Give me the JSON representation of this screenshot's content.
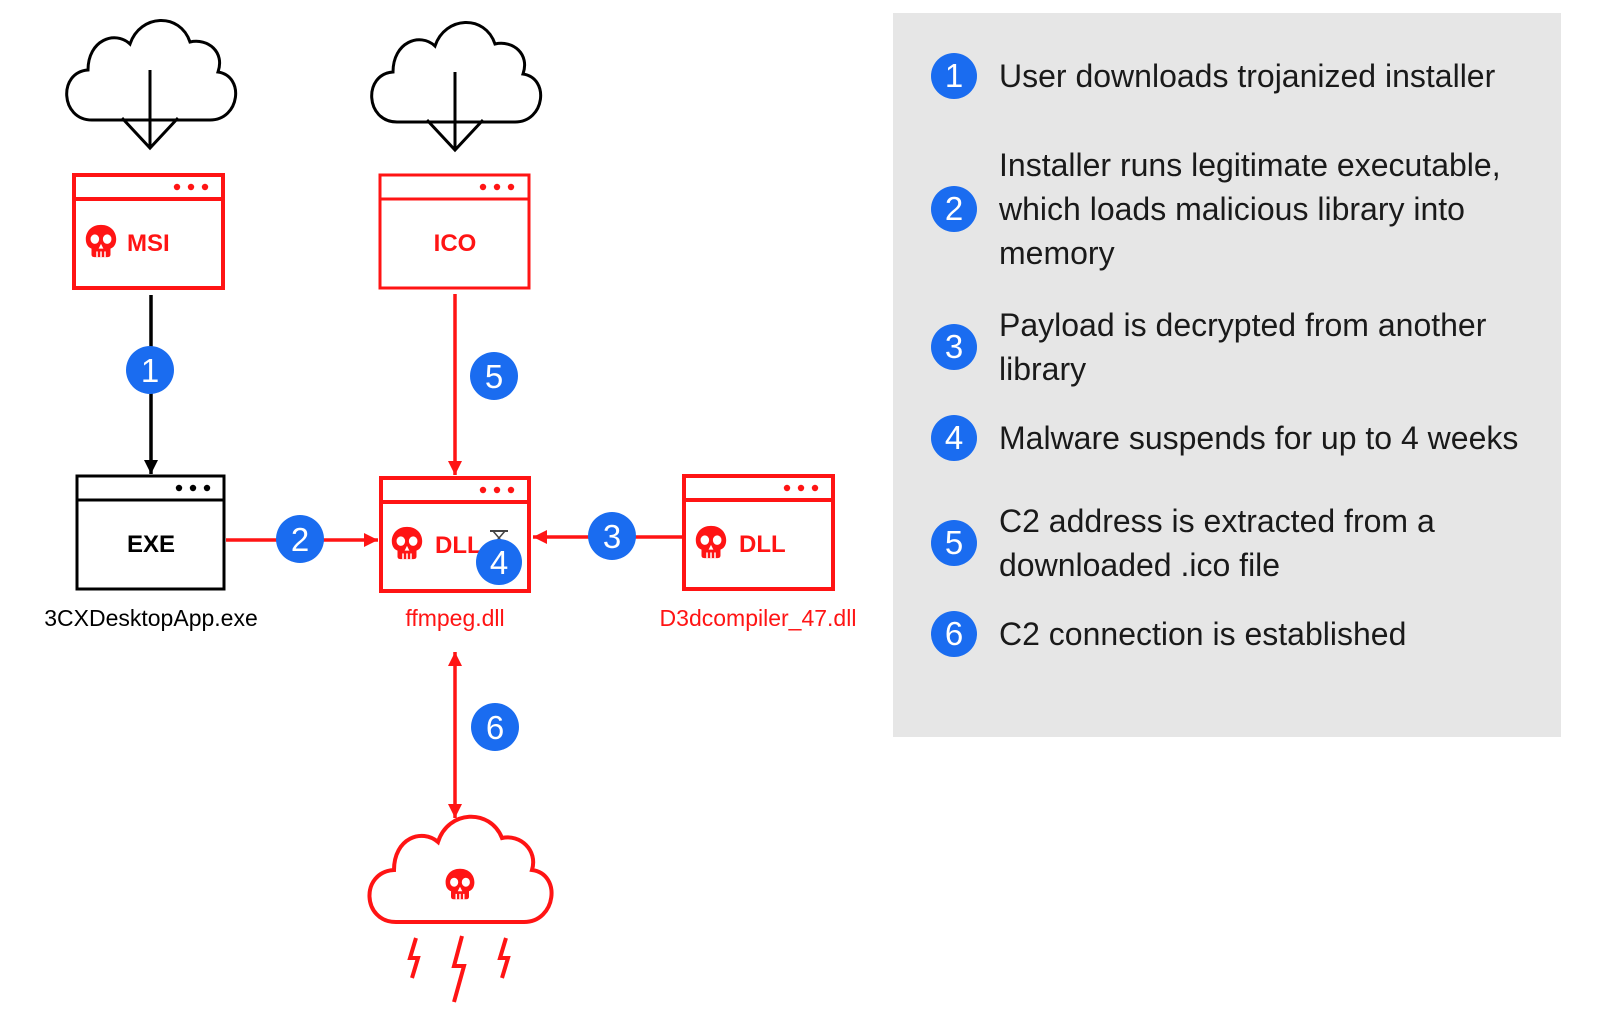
{
  "colors": {
    "red": "#ff1414",
    "black": "#000000",
    "blue": "#1a6cf0",
    "panel": "#e6e6e6"
  },
  "nodes": {
    "msi": {
      "label": "MSI",
      "icon": "skull-icon"
    },
    "ico": {
      "label": "ICO"
    },
    "exe": {
      "label": "EXE",
      "caption": "3CXDesktopApp.exe"
    },
    "ffmpeg": {
      "label": "DLL",
      "caption": "ffmpeg.dll",
      "icon": "skull-icon"
    },
    "d3d": {
      "label": "DLL",
      "caption": "D3dcompiler_47.dll",
      "icon": "skull-icon"
    },
    "c2": {
      "icon": "skull-icon"
    }
  },
  "steps": [
    "1",
    "2",
    "3",
    "4",
    "5",
    "6"
  ],
  "legend": [
    {
      "num": "1",
      "text": "User downloads trojanized installer"
    },
    {
      "num": "2",
      "text": "Installer runs legitimate executable, which loads malicious library into memory"
    },
    {
      "num": "3",
      "text": "Payload is decrypted from another library"
    },
    {
      "num": "4",
      "text": "Malware suspends for up to 4 weeks"
    },
    {
      "num": "5",
      "text": "C2 address is extracted from a downloaded .ico file"
    },
    {
      "num": "6",
      "text": "C2 connection is established"
    }
  ]
}
